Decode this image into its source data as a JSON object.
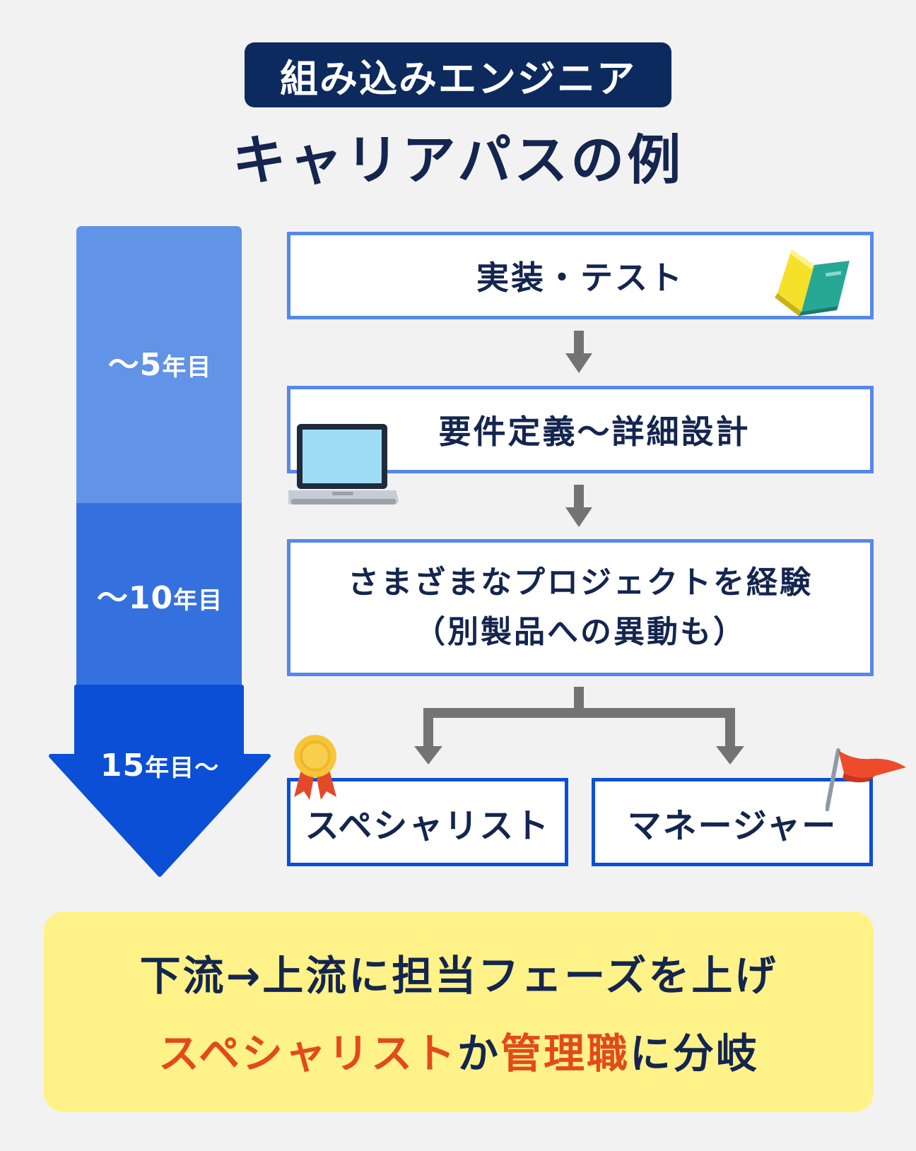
{
  "header": {
    "badge": "組み込みエンジニア",
    "title": "キャリアパスの例"
  },
  "timeline": {
    "stages": [
      {
        "num": "～5",
        "unit": "年目",
        "color": "#6193e6"
      },
      {
        "num": "～10",
        "unit": "年目",
        "color": "#3571de"
      },
      {
        "num": "15",
        "unit": "年目～",
        "color": "#0a4fd6"
      }
    ]
  },
  "flow": {
    "step1": "実装・テスト",
    "step2": "要件定義～詳細設計",
    "step3_line1": "さまざまなプロジェクトを経験",
    "step3_line2": "（別製品への異動も）",
    "branch_left": "スペシャリスト",
    "branch_right": "マネージャー"
  },
  "icons": {
    "step1": "beginner-book-icon",
    "step2": "laptop-icon",
    "branch_left": "award-rosette-icon",
    "branch_right": "red-flag-icon"
  },
  "summary": {
    "line1": "下流→上流に担当フェーズを上げ",
    "line2_part1": "スペシャリスト",
    "line2_part2": "か",
    "line2_part3": "管理職",
    "line2_part4": "に分岐",
    "accent_color": "#e34a1b",
    "background": "#fff288"
  }
}
